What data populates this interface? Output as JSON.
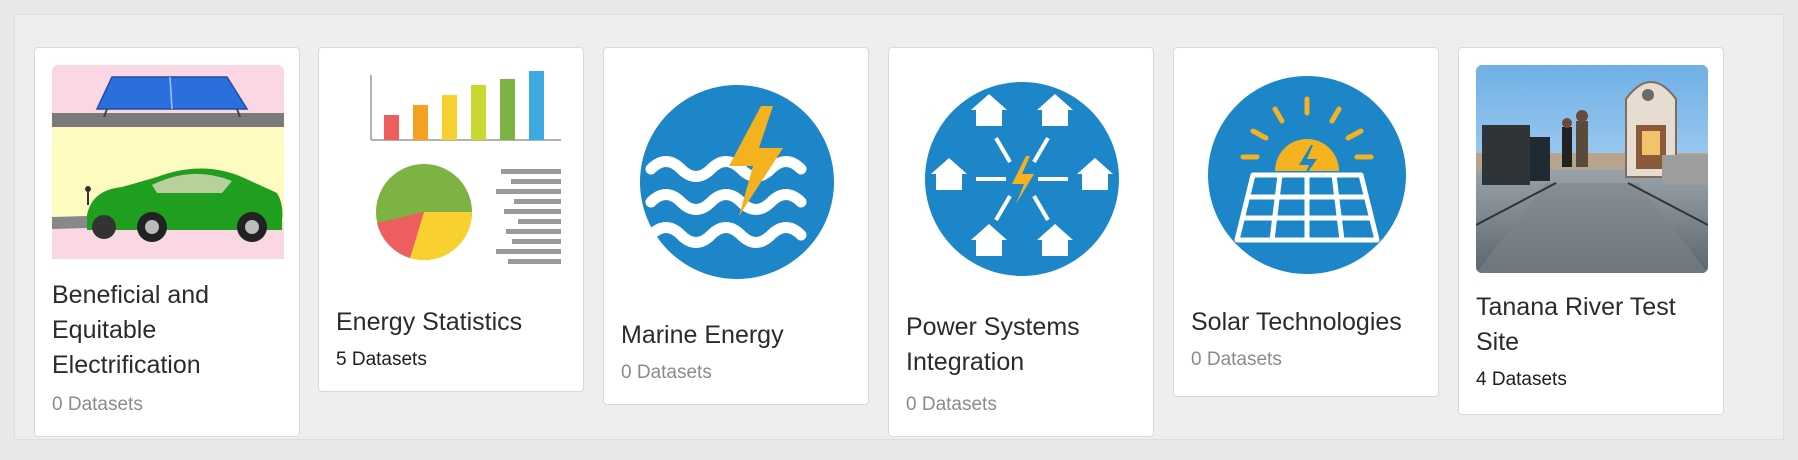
{
  "categories": [
    {
      "title": "Beneficial and Equitable Electrification",
      "count": "0 Datasets",
      "image": "electric-car-solar-illustration",
      "icon": "electric-car-icon"
    },
    {
      "title": "Energy Statistics",
      "count": "5 Datasets",
      "image": "statistics-charts-illustration",
      "icon": "charts-icon"
    },
    {
      "title": "Marine Energy",
      "count": "0 Datasets",
      "image": "waves-lightning-icon",
      "icon": "waves-lightning-icon"
    },
    {
      "title": "Power Systems Integration",
      "count": "0 Datasets",
      "image": "grid-network-icon",
      "icon": "grid-network-icon"
    },
    {
      "title": "Solar Technologies",
      "count": "0 Datasets",
      "image": "sun-solar-panel-icon",
      "icon": "sun-solar-panel-icon"
    },
    {
      "title": "Tanana River Test Site",
      "count": "4 Datasets",
      "image": "river-barge-photo",
      "icon": "photo-icon"
    }
  ],
  "colors": {
    "icon_blue": "#1d86c8",
    "bolt_yellow": "#f5b21f",
    "muted_text": "#8b8b8b",
    "title_text": "#2b2b2b"
  }
}
